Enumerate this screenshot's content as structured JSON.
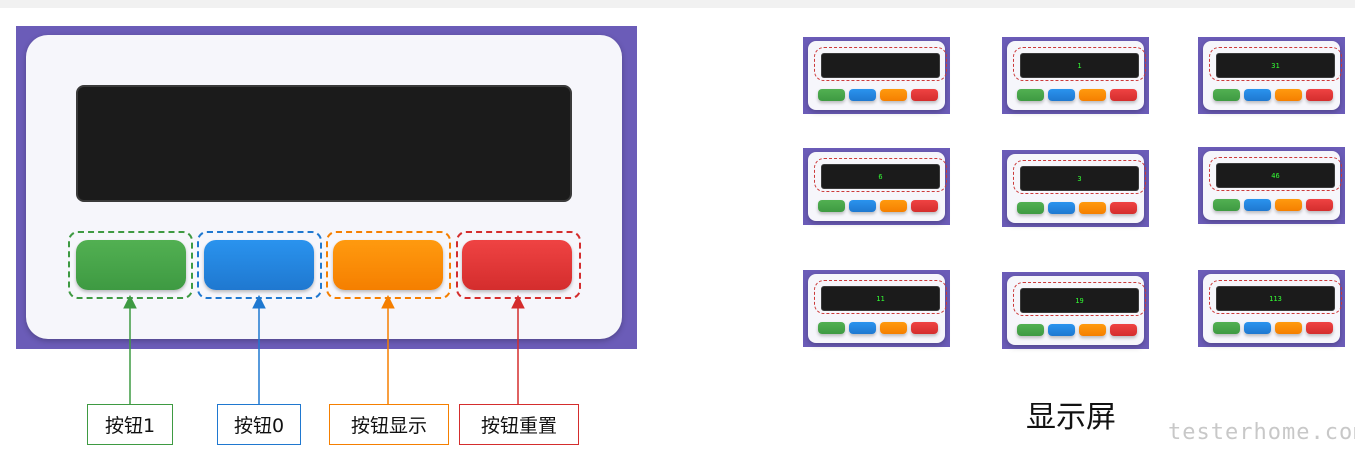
{
  "labels": {
    "btn1": "按钮1",
    "btn0": "按钮0",
    "btn_show": "按钮显示",
    "btn_reset": "按钮重置"
  },
  "caption": "显示屏",
  "watermark": "testerhome.com",
  "screens": [
    "",
    "1",
    "31",
    "6",
    "3",
    "46",
    "11",
    "19",
    "113"
  ],
  "colors": {
    "frame": "#6b5cb8",
    "green": "#4caf50",
    "blue": "#2196f3",
    "orange": "#ff8f00",
    "red": "#e53935",
    "display": "#1b1b1b",
    "digits": "#33ff33"
  }
}
